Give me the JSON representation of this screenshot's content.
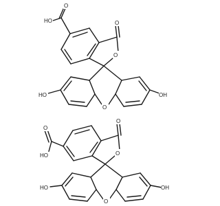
{
  "molecules": [
    {
      "labels": {
        "cooh_oh": "HO",
        "lactone_carbonyl_o": "O",
        "ring_o": "O",
        "xanthene_o": "O",
        "left_oh": "HO",
        "right_oh": "OH",
        "acid_o": "O"
      }
    },
    {
      "labels": {
        "cooh_oh": "HO",
        "lactone_carbonyl_o": "O",
        "ring_o": "O",
        "xanthene_o": "O",
        "left_oh": "HO",
        "right_oh": "OH",
        "acid_o": "O"
      }
    }
  ],
  "colors": {
    "bond": "#1a1a1a",
    "background": "#ffffff"
  }
}
